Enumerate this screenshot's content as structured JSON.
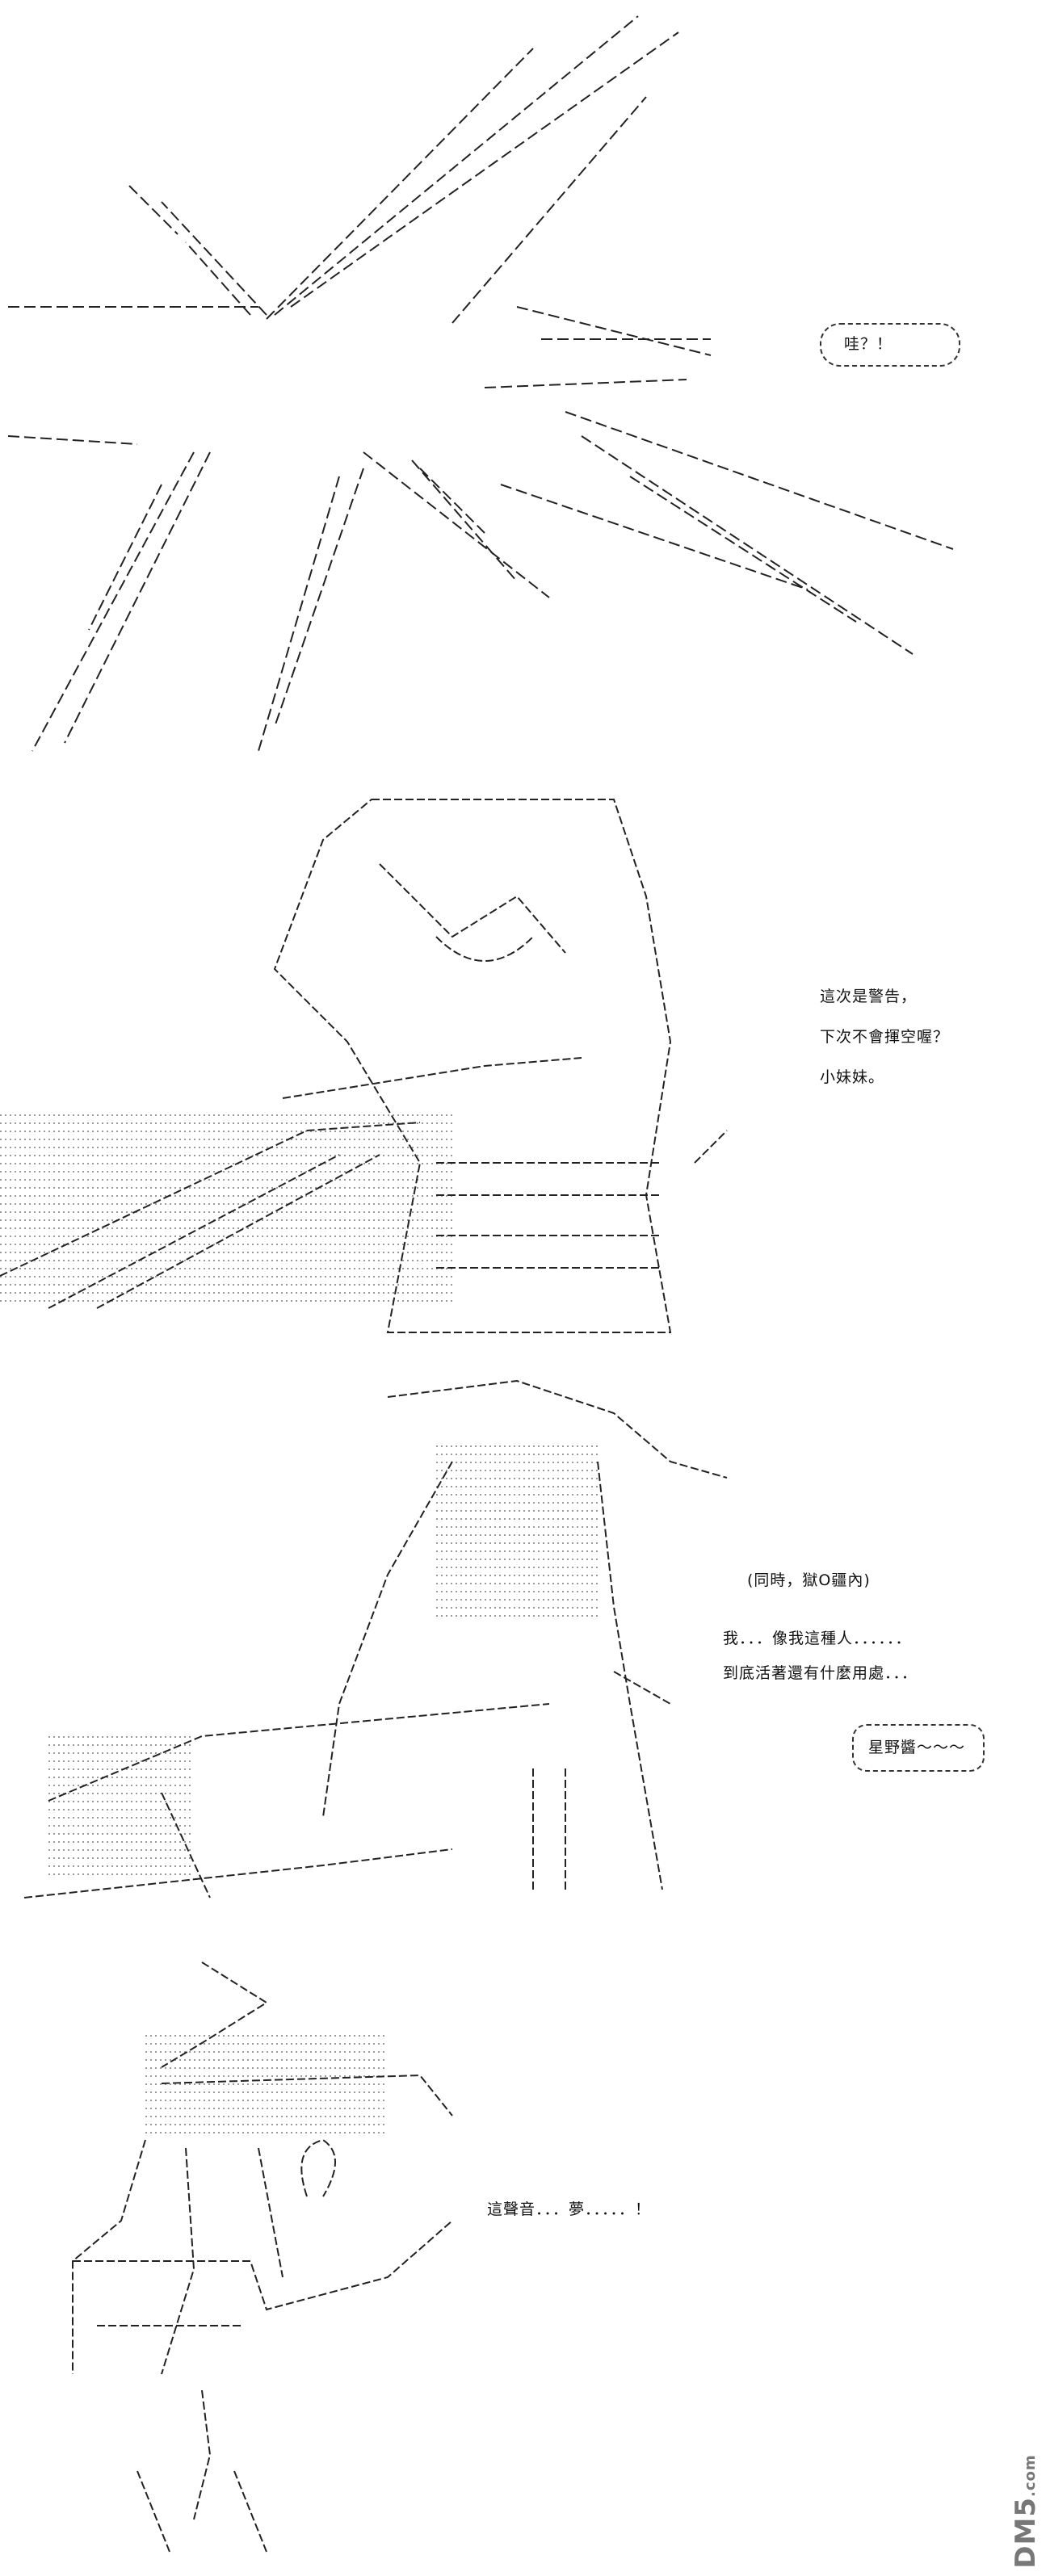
{
  "panels": [
    {
      "id": "panel-1",
      "dialogue": [
        "哇？！"
      ]
    },
    {
      "id": "panel-2",
      "dialogue": [
        "這次是警告，",
        "下次不會揮空喔？",
        "小妹妹。"
      ]
    },
    {
      "id": "panel-3",
      "caption": "(同時，獄O疆內)",
      "dialogue": [
        "我．．．像我這種人．．．．．．",
        "到底活著還有什麼用處．．．"
      ],
      "bubble": "星野醬～～～"
    },
    {
      "id": "panel-4",
      "dialogue": [
        "這聲音．．．夢．．．．．！"
      ]
    }
  ],
  "watermark": {
    "brand": "DM5",
    "suffix": ".com"
  }
}
